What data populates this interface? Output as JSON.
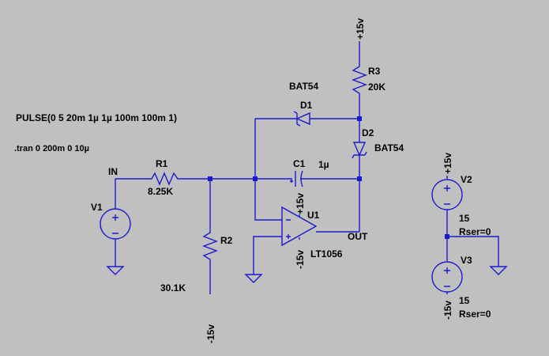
{
  "directives": {
    "pulse": "PULSE(0 5 20m 1µ 1µ 100m 100m 1)",
    "tran": ".tran 0 200m 0 10µ"
  },
  "nets": {
    "in": "IN",
    "out": "OUT",
    "vpos": "+15v",
    "vneg": "-15v"
  },
  "components": {
    "r1": {
      "name": "R1",
      "value": "8.25K"
    },
    "r2": {
      "name": "R2",
      "value": "30.1K"
    },
    "r3": {
      "name": "R3",
      "value": "20K"
    },
    "c1": {
      "name": "C1",
      "value": "1µ"
    },
    "d1": {
      "name": "D1",
      "value": "BAT54"
    },
    "d2": {
      "name": "D2",
      "value": "BAT54"
    },
    "u1": {
      "name": "U1",
      "value": "LT1056"
    },
    "v1": {
      "name": "V1"
    },
    "v2": {
      "name": "V2",
      "value": "15",
      "rser": "Rser=0"
    },
    "v3": {
      "name": "V3",
      "value": "15",
      "rser": "Rser=0"
    }
  }
}
